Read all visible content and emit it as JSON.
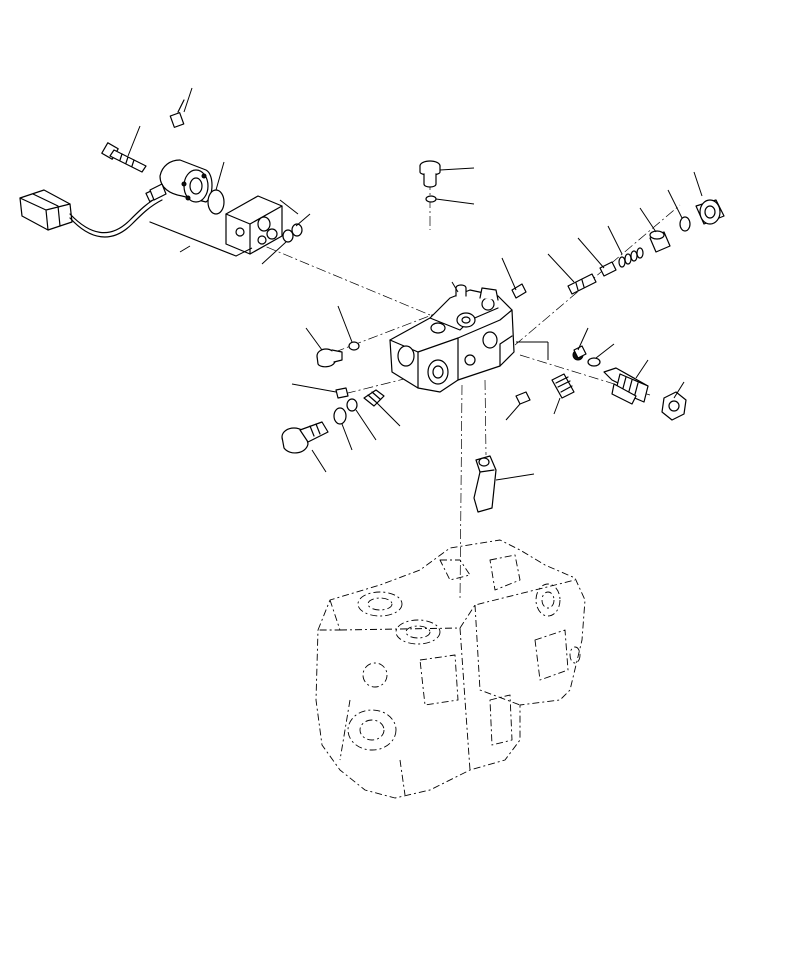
{
  "diagram": {
    "parts": [
      {
        "id": "bolt-small"
      },
      {
        "id": "bolt-long"
      },
      {
        "id": "solenoid-valve"
      },
      {
        "id": "connector-harness"
      },
      {
        "id": "o-ring-solenoid"
      },
      {
        "id": "adapter-block"
      },
      {
        "id": "o-ring-adapter-1"
      },
      {
        "id": "o-ring-adapter-2"
      },
      {
        "id": "plug-top"
      },
      {
        "id": "o-ring-top"
      },
      {
        "id": "valve-body"
      },
      {
        "id": "plug-a"
      },
      {
        "id": "o-ring-a"
      },
      {
        "id": "orifice-plug"
      },
      {
        "id": "fitting-a"
      },
      {
        "id": "plug-large"
      },
      {
        "id": "o-ring-b"
      },
      {
        "id": "o-ring-c"
      },
      {
        "id": "fitting-b"
      },
      {
        "id": "bracket"
      },
      {
        "id": "plug-b"
      },
      {
        "id": "plug-c"
      },
      {
        "id": "spool-small"
      },
      {
        "id": "pin"
      },
      {
        "id": "spring"
      },
      {
        "id": "sleeve"
      },
      {
        "id": "o-ring-d"
      },
      {
        "id": "cap"
      },
      {
        "id": "plug-d"
      },
      {
        "id": "o-ring-e"
      },
      {
        "id": "spool-large"
      },
      {
        "id": "nut"
      },
      {
        "id": "screw"
      },
      {
        "id": "pump-housing"
      }
    ]
  }
}
